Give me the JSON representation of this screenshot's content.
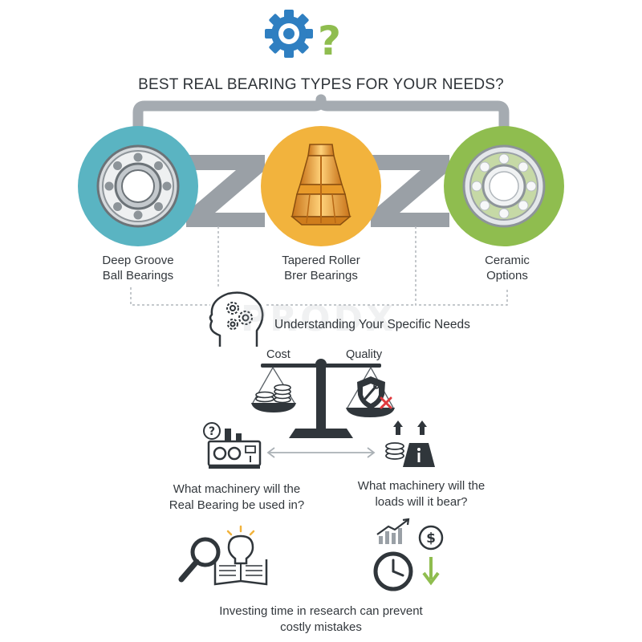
{
  "title": "BEST REAL BEARING TYPES FOR YOUR NEEDS?",
  "bearings": [
    {
      "line1": "Deep Groove",
      "line2": "Ball Bearings",
      "color": "#5ab4c2",
      "icon": "ball-bearing-icon"
    },
    {
      "line1": "Tapered Roller",
      "line2": "Brer Bearings",
      "color": "#f2b33d",
      "icon": "tapered-roller-icon"
    },
    {
      "line1": "Ceramic",
      "line2": "Options",
      "color": "#8fbd4f",
      "icon": "ceramic-bearing-icon"
    }
  ],
  "needs_heading": "Understanding Your Specific Needs",
  "scale": {
    "left_label": "Cost",
    "right_label": "Quality"
  },
  "questions": [
    {
      "line1": "What machinery will the",
      "line2": "Real Bearing be used in?"
    },
    {
      "line1": "What machinery will the",
      "line2": "loads will it bear?"
    }
  ],
  "conclusion": {
    "line1": "Investing time in research can prevent",
    "line2": "costly mistakes"
  },
  "watermark": "PRODX",
  "colors": {
    "accent_blue": "#2f7fc1",
    "accent_green": "#8fbd4f",
    "dark": "#2f3439",
    "gray": "#9aa0a6",
    "red": "#e0393e"
  }
}
